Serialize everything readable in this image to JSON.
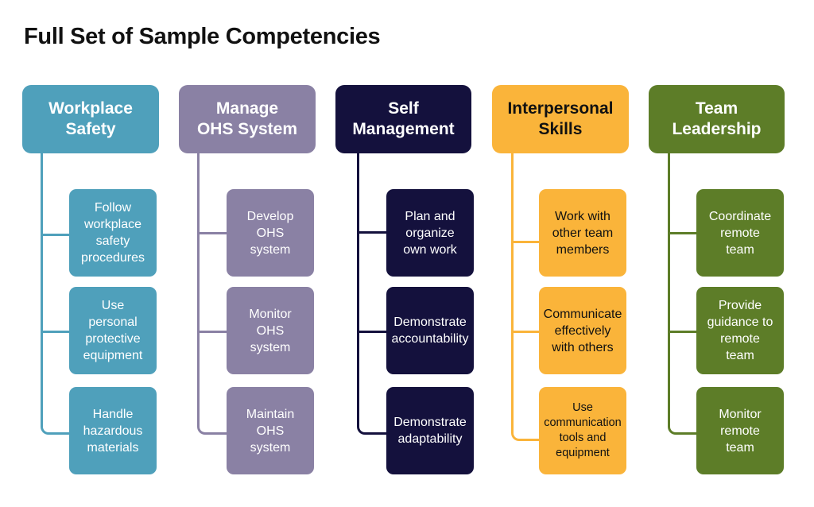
{
  "title": "Full Set of Sample Competencies",
  "colors": {
    "workplace_safety": "#4fa0bb",
    "manage_ohs": "#8a81a4",
    "self_management": "#14113d",
    "interpersonal": "#fab43a",
    "team_leadership": "#5d7d28"
  },
  "columns": [
    {
      "header": "Workplace\nSafety",
      "items": [
        "Follow\nworkplace\nsafety\nprocedures",
        "Use\npersonal\nprotective\nequipment",
        "Handle\nhazardous\nmaterials"
      ]
    },
    {
      "header": "Manage\nOHS System",
      "items": [
        "Develop\nOHS\nsystem",
        "Monitor\nOHS\nsystem",
        "Maintain\nOHS\nsystem"
      ]
    },
    {
      "header": "Self\nManagement",
      "items": [
        "Plan and\norganize\nown work",
        "Demonstrate\naccountability",
        "Demonstrate\nadaptability"
      ]
    },
    {
      "header": "Interpersonal\nSkills",
      "items": [
        "Work with\nother team\nmembers",
        "Communicate\neffectively\nwith others",
        "Use\ncommunication\ntools and\nequipment"
      ]
    },
    {
      "header": "Team\nLeadership",
      "items": [
        "Coordinate\nremote\nteam",
        "Provide\nguidance to\nremote\nteam",
        "Monitor\nremote\nteam"
      ]
    }
  ]
}
